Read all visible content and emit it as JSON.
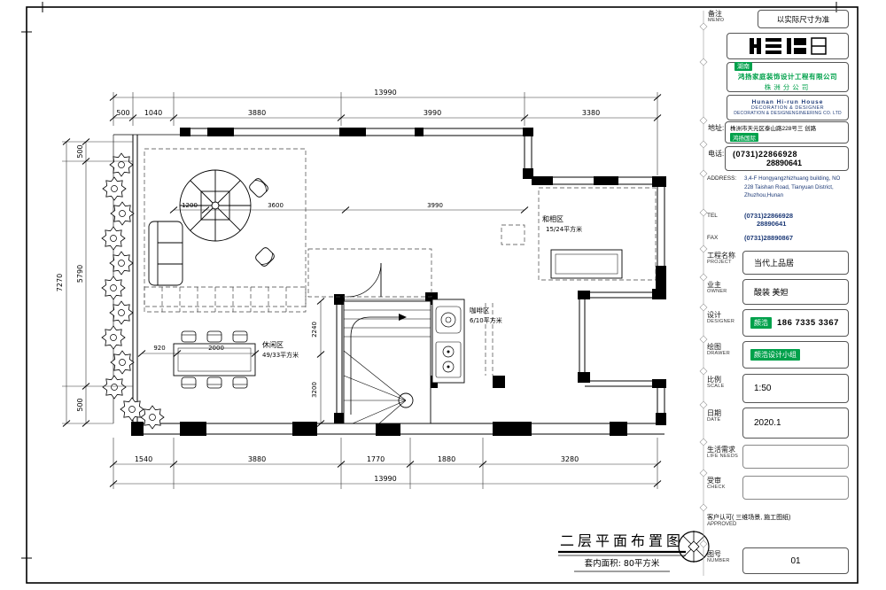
{
  "colors": {
    "brand_green": "#00A14B",
    "navy": "#1d3a77",
    "line": "#000000"
  },
  "icons": {
    "compass": "circle-cross-compass",
    "logo": "hirun-logo-bars",
    "shrub": "landscape-shrub-symbol",
    "row_marker": "diamond-node"
  },
  "plan": {
    "title": "二层平面布置图",
    "subtitle": "套内面积: 80平方米",
    "dims": {
      "top_total": "13990",
      "top_segments": [
        "500",
        "1040",
        "3880",
        "3990",
        "3380"
      ],
      "left_total": "7270",
      "left_segments": [
        "500",
        "5790",
        "500"
      ],
      "bottom_segments": [
        "1540",
        "3880",
        "1770",
        "1880",
        "3280"
      ],
      "bottom_total": "13990",
      "inner_top": [
        "1200",
        "3600",
        "3990"
      ],
      "stair": [
        "2240",
        "3200"
      ],
      "table": [
        "920",
        "2000"
      ]
    },
    "rooms": {
      "leisure": {
        "name": "休闲区",
        "area": "49/33平方米"
      },
      "coffee": {
        "name": "咖啡区",
        "area": "6/10平方米"
      },
      "card": {
        "name": "和相区",
        "area": "15/24平方米"
      }
    }
  },
  "titleblock": {
    "memo": {
      "label": "备注",
      "label_en": "MEMO",
      "value": "以实际尺寸为准"
    },
    "brand": {
      "region": "湖南",
      "company": "鸿扬家庭装饰设计工程有限公司",
      "branch": "株洲分公司",
      "en_line1": "Hunan  Hi-run  House",
      "en_line2": "DECORATION  &  DESIGNER",
      "en_line3": "DECORATION & DESIGNENGINEERING CO. LTD"
    },
    "address": {
      "label": "地址:",
      "line1": "株洲市天元区泰山路228号三 创路",
      "line2": "鸿扬国际"
    },
    "phone": {
      "label": "电话:",
      "line1": "(0731)22866928",
      "line2": "28890641"
    },
    "address_en": {
      "label": "ADDRESS:",
      "value": "3,4-F Hongyangzhizhuang building, NO 228 Taishan Road, Tianyuan District, Zhuzhou,Hunan"
    },
    "tel": {
      "label": "TEL",
      "line1": "(0731)22866928",
      "line2": "28890641"
    },
    "fax": {
      "label": "FAX",
      "value": "(0731)28890867"
    },
    "project": {
      "label": "工程名称",
      "label_en": "PROJECT",
      "value": "当代上品居"
    },
    "owner": {
      "label": "业主",
      "label_en": "OWNER",
      "value": "酸装 美妲"
    },
    "designer": {
      "label": "设计",
      "label_en": "DESIGNER",
      "badge": "颜浩",
      "value": "186 7335 3367"
    },
    "drawer": {
      "label": "绘图",
      "label_en": "DRAWER",
      "badge": "颜浩设计小组"
    },
    "scale": {
      "label": "比例",
      "label_en": "SCALE",
      "value": "1:50"
    },
    "date": {
      "label": "日期",
      "label_en": "DATE",
      "value": "2020.1"
    },
    "life_needs": {
      "label": "生活需求",
      "label_en": "LIFE NEEDS"
    },
    "check": {
      "label": "受审",
      "label_en": "CHECK"
    },
    "approved": {
      "label": "客户认可( 三维场景, 施工图纸)",
      "label_en": "APPROVED"
    },
    "number": {
      "label": "图号",
      "label_en": "NUMBER",
      "value": "01"
    }
  }
}
